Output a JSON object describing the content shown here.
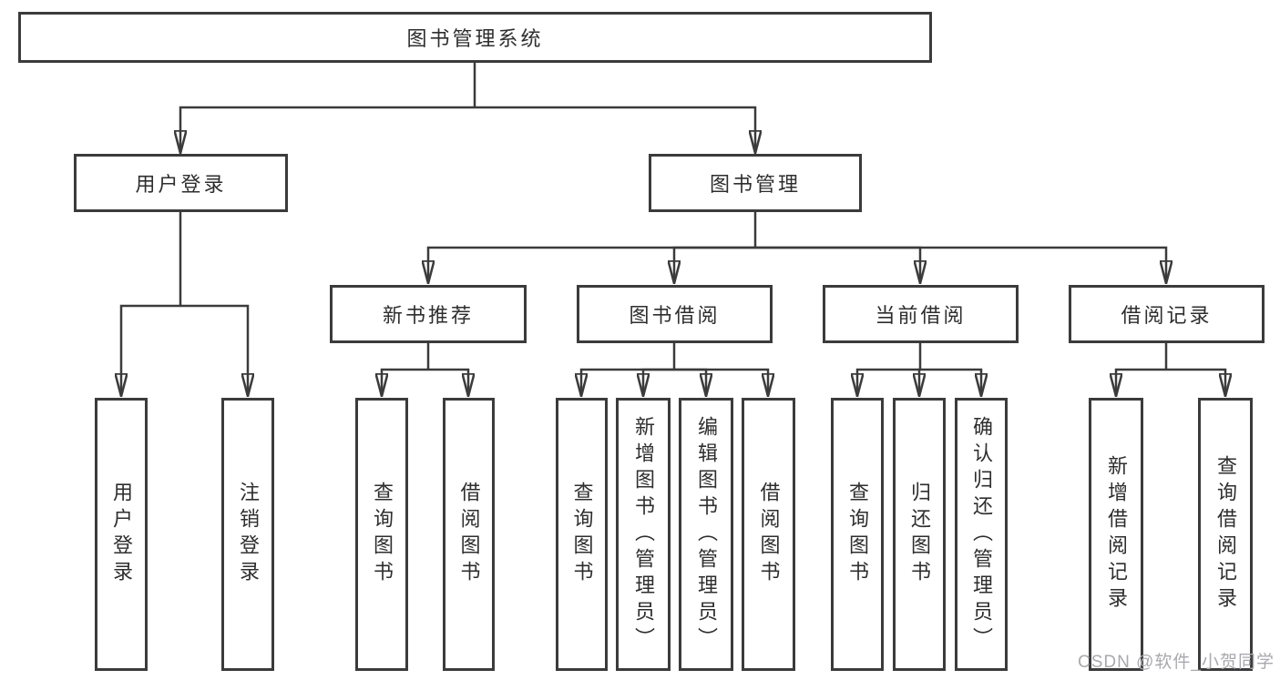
{
  "nodes": {
    "root": {
      "label": "图书管理系统"
    },
    "user_login": {
      "label": "用户登录"
    },
    "book_management": {
      "label": "图书管理"
    },
    "new_book_recommend": {
      "label": "新书推荐"
    },
    "book_borrow": {
      "label": "图书借阅"
    },
    "current_borrow": {
      "label": "当前借阅"
    },
    "borrow_record": {
      "label": "借阅记录"
    },
    "l_user_login": {
      "label": "用户登录"
    },
    "l_logout": {
      "label": "注销登录"
    },
    "l_query_book_recommend": {
      "label": "查询图书"
    },
    "l_borrow_book_recommend": {
      "label": "借阅图书"
    },
    "l_query_book_borrow": {
      "label": "查询图书"
    },
    "l_add_book_admin": {
      "label": "新增图书（管理员）"
    },
    "l_edit_book_admin": {
      "label": "编辑图书（管理员）"
    },
    "l_borrow_book_borrow": {
      "label": "借阅图书"
    },
    "l_query_book_current": {
      "label": "查询图书"
    },
    "l_return_book": {
      "label": "归还图书"
    },
    "l_confirm_return_admin": {
      "label": "确认归还（管理员）"
    },
    "l_add_borrow_record": {
      "label": "新增借阅记录"
    },
    "l_query_borrow_record": {
      "label": "查询借阅记录"
    }
  },
  "hierarchy": {
    "root": [
      "user_login",
      "book_management"
    ],
    "user_login": [
      "l_user_login",
      "l_logout"
    ],
    "book_management": [
      "new_book_recommend",
      "book_borrow",
      "current_borrow",
      "borrow_record"
    ],
    "new_book_recommend": [
      "l_query_book_recommend",
      "l_borrow_book_recommend"
    ],
    "book_borrow": [
      "l_query_book_borrow",
      "l_add_book_admin",
      "l_edit_book_admin",
      "l_borrow_book_borrow"
    ],
    "current_borrow": [
      "l_query_book_current",
      "l_return_book",
      "l_confirm_return_admin"
    ],
    "borrow_record": [
      "l_add_borrow_record",
      "l_query_borrow_record"
    ]
  },
  "watermark": {
    "text": "CSDN @软件_小贺同学"
  },
  "colors": {
    "line": "#3b3b3b",
    "box_border": "#3b3b3b",
    "box_fill": "#ffffff",
    "text": "#2e2e2e",
    "background": "#ffffff",
    "watermark": "#a9a9ae"
  }
}
